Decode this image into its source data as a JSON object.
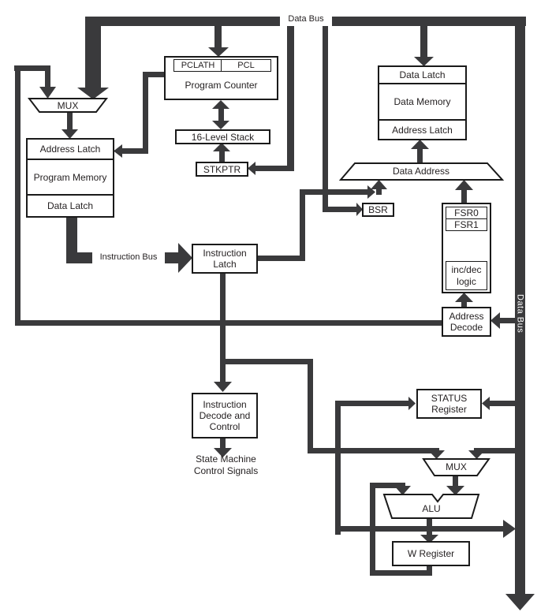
{
  "colors": {
    "line": "#3a3a3c",
    "box_border": "#1a1a1a",
    "text": "#231f20",
    "background": "#ffffff",
    "bus_label_text_on_bar": "#ffffff"
  },
  "buses": {
    "top_label": "Data Bus",
    "right_label": "Data Bus",
    "instruction_label": "Instruction Bus"
  },
  "nodes": {
    "mux_left": "MUX",
    "pclath": "PCLATH",
    "pcl": "PCL",
    "program_counter": "Program Counter",
    "stack": "16-Level Stack",
    "stkptr": "STKPTR",
    "program_memory": {
      "address_latch": "Address Latch",
      "title": "Program Memory",
      "data_latch": "Data Latch"
    },
    "data_memory": {
      "data_latch": "Data Latch",
      "title": "Data Memory",
      "address_latch": "Address Latch"
    },
    "data_address": "Data Address",
    "bsr": "BSR",
    "fsr0": "FSR0",
    "fsr1": "FSR1",
    "inc_dec_logic": "inc/dec logic",
    "address_decode": "Address Decode",
    "instruction_latch": "Instruction Latch",
    "instruction_decode": "Instruction Decode and Control",
    "status_register": "STATUS Register",
    "mux_right": "MUX",
    "alu": "ALU",
    "w_register": "W Register"
  },
  "annotations": {
    "state_machine": "State Machine Control Signals"
  }
}
